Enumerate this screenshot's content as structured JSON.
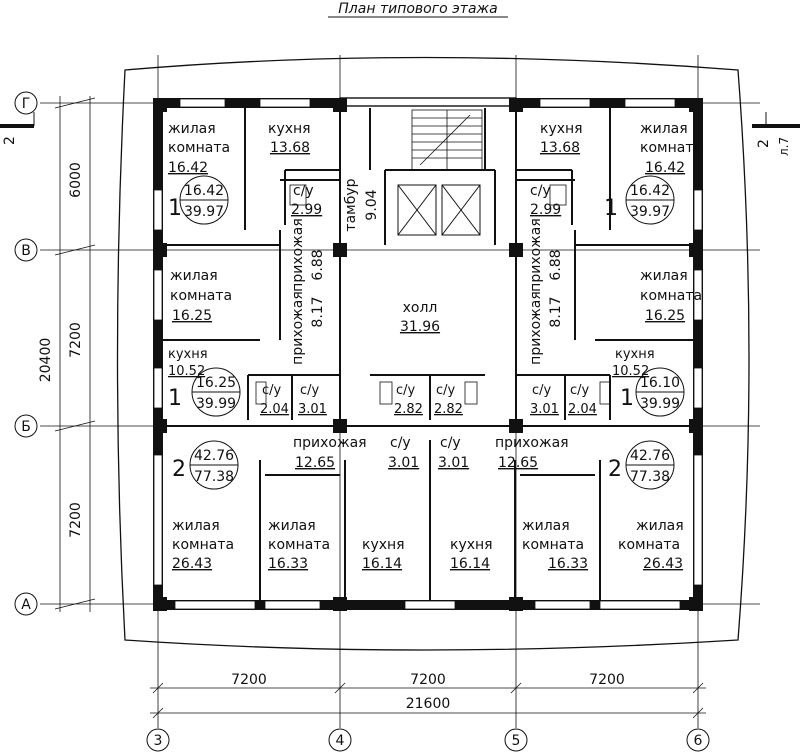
{
  "title": "План типового этажа",
  "axes": {
    "rows": [
      "Г",
      "В",
      "Б",
      "А"
    ],
    "cols": [
      "3",
      "4",
      "5",
      "6"
    ]
  },
  "section_marks": {
    "left": "2",
    "right": "2",
    "right_sheet": "л.7"
  },
  "dimensions": {
    "row_gv": "6000",
    "row_vb": "7200",
    "row_ba": "7200",
    "overall_vertical": "20400",
    "col_34": "7200",
    "col_45": "7200",
    "col_56": "7200",
    "overall_horizontal": "21600"
  },
  "rooms": {
    "living_tl": {
      "name1": "жилая",
      "name2": "комната",
      "area": "16.42"
    },
    "kitchen_tl": {
      "name1": "кухня",
      "area": "13.68"
    },
    "bath_tl": {
      "name1": "с/у",
      "area": "2.99"
    },
    "tambour": {
      "name1": "тамбур",
      "area": "9.04"
    },
    "kitchen_tr": {
      "name1": "кухня",
      "area": "13.68"
    },
    "living_tr": {
      "name1": "жилая",
      "name2": "комната",
      "area": "16.42"
    },
    "bath_tr": {
      "name1": "с/у",
      "area": "2.99"
    },
    "hall_l_top": {
      "name1": "прихожая",
      "area": "6.88"
    },
    "hall_r_top": {
      "name1": "прихожая",
      "area": "6.88"
    },
    "living_ml": {
      "name1": "жилая",
      "name2": "комната",
      "area": "16.25"
    },
    "living_mr": {
      "name1": "жилая",
      "name2": "комната",
      "area": "16.25"
    },
    "hall_l_mid": {
      "name1": "прихожая",
      "area": "8.17"
    },
    "hall_r_mid": {
      "name1": "прихожая",
      "area": "8.17"
    },
    "lobby": {
      "name1": "холл",
      "area": "31.96"
    },
    "kitchen_ml": {
      "name1": "кухня",
      "area": "10.52"
    },
    "kitchen_mr": {
      "name1": "кухня",
      "area": "10.52"
    },
    "bath_ml1": {
      "name1": "с/у",
      "area": "2.04"
    },
    "bath_ml2": {
      "name1": "с/у",
      "area": "3.01"
    },
    "bath_c1": {
      "name1": "с/у",
      "area": "2.82"
    },
    "bath_c2": {
      "name1": "с/у",
      "area": "2.82"
    },
    "bath_mr1": {
      "name1": "с/у",
      "area": "3.01"
    },
    "bath_mr2": {
      "name1": "с/у",
      "area": "2.04"
    },
    "hall_bl": {
      "name1": "прихожая",
      "area": "12.65"
    },
    "hall_br": {
      "name1": "прихожая",
      "area": "12.65"
    },
    "bath_bc1": {
      "name1": "с/у",
      "area": "3.01"
    },
    "bath_bc2": {
      "name1": "с/у",
      "area": "3.01"
    },
    "living_bl1": {
      "name1": "жилая",
      "name2": "комната",
      "area": "26.43"
    },
    "living_bl2": {
      "name1": "жилая",
      "name2": "комната",
      "area": "16.33"
    },
    "kitchen_bl": {
      "name1": "кухня",
      "area": "16.14"
    },
    "kitchen_br": {
      "name1": "кухня",
      "area": "16.14"
    },
    "living_br2": {
      "name1": "жилая",
      "name2": "комната",
      "area": "16.33"
    },
    "living_br1": {
      "name1": "жилая",
      "name2": "комната",
      "area": "26.43"
    }
  },
  "apartments": [
    {
      "rooms": "1",
      "living": "16.42",
      "total": "39.97"
    },
    {
      "rooms": "1",
      "living": "16.42",
      "total": "39.97"
    },
    {
      "rooms": "1",
      "living": "16.25",
      "total": "39.99"
    },
    {
      "rooms": "1",
      "living": "16.10",
      "total": "39.99"
    },
    {
      "rooms": "2",
      "living": "42.76",
      "total": "77.38"
    },
    {
      "rooms": "2",
      "living": "42.76",
      "total": "77.38"
    }
  ],
  "colors": {
    "line": "#111111",
    "background": "#ffffff"
  }
}
